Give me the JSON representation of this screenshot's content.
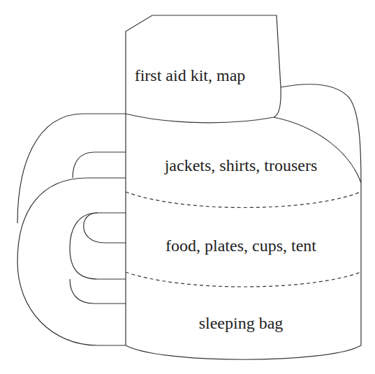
{
  "diagram": {
    "nodes": [
      {
        "text": [
          "first aid kit, map"
        ]
      },
      {
        "text": [
          "jackets, shirts, trousers"
        ]
      },
      {
        "text": [
          "food, plates, cups, tent"
        ]
      },
      {
        "text": [
          "sleeping bag"
        ]
      }
    ]
  }
}
